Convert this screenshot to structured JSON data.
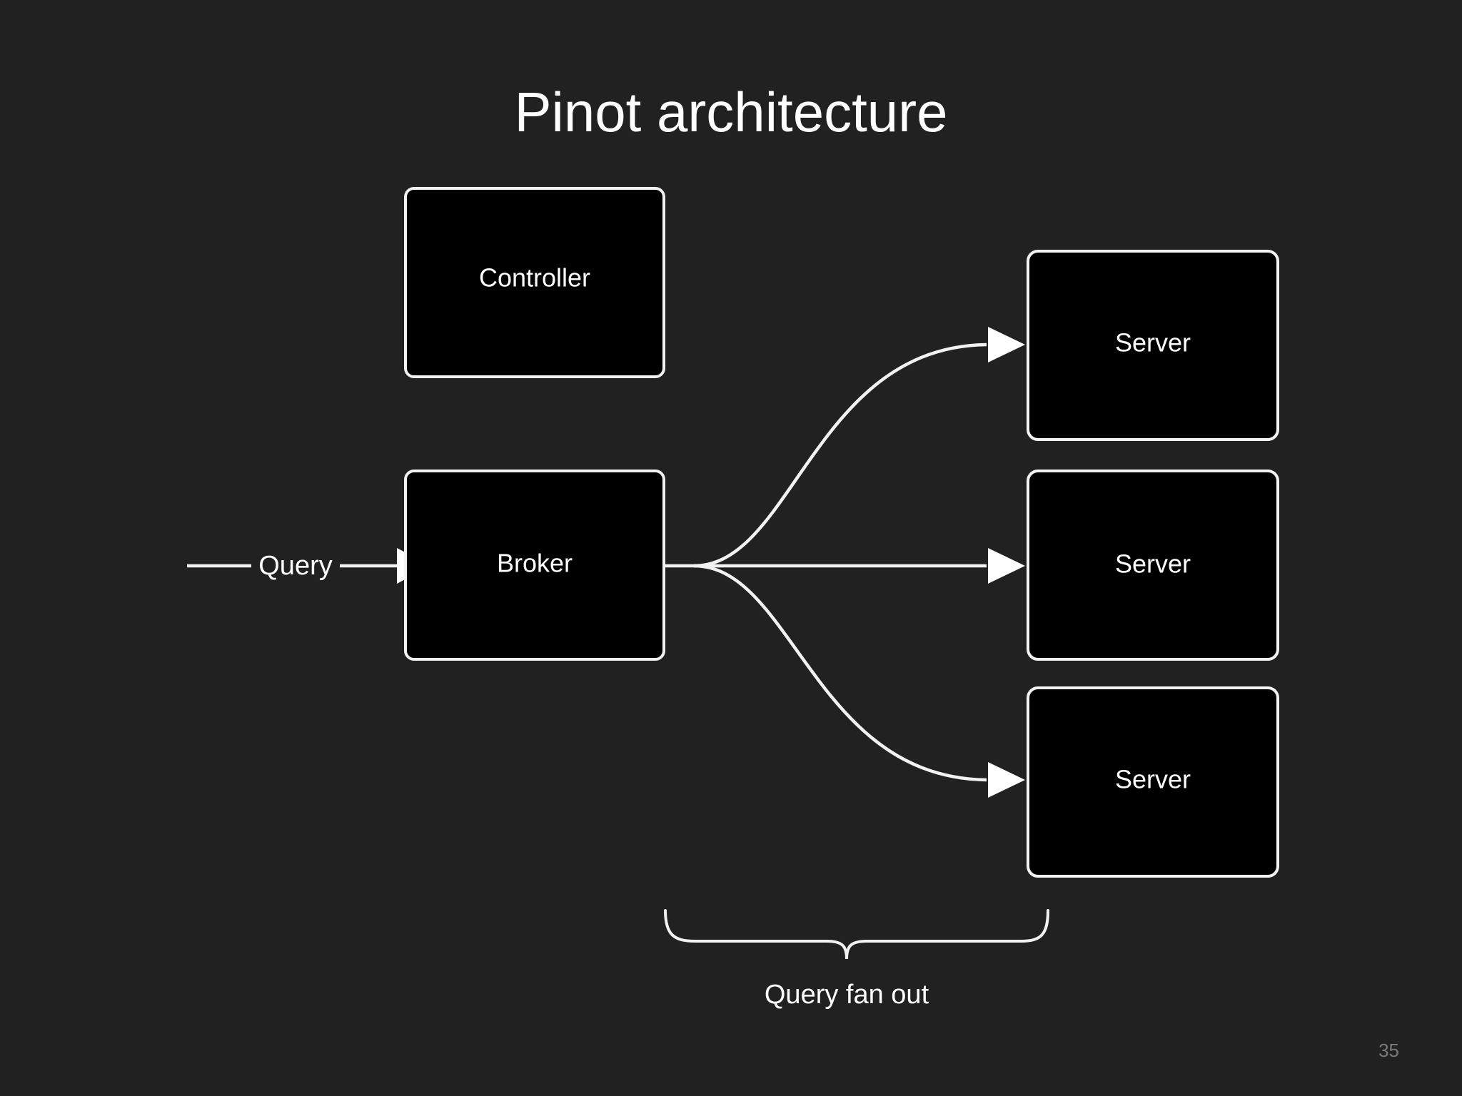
{
  "slide": {
    "title": "Pinot architecture",
    "page_number": "35",
    "background_color": "#212121",
    "box_fill_color": "#000000",
    "stroke_color": "#f2f2f2",
    "text_color": "#ffffff",
    "page_number_color": "#7a7a7a"
  },
  "nodes": [
    {
      "id": "controller",
      "label": "Controller"
    },
    {
      "id": "broker",
      "label": "Broker"
    },
    {
      "id": "server-1",
      "label": "Server"
    },
    {
      "id": "server-2",
      "label": "Server"
    },
    {
      "id": "server-3",
      "label": "Server"
    }
  ],
  "edges": [
    {
      "id": "query-in",
      "label": "Query",
      "from": "external",
      "to": "broker"
    },
    {
      "id": "broker-to-server-1",
      "label": "",
      "from": "broker",
      "to": "server-1"
    },
    {
      "id": "broker-to-server-2",
      "label": "",
      "from": "broker",
      "to": "server-2"
    },
    {
      "id": "broker-to-server-3",
      "label": "",
      "from": "broker",
      "to": "server-3"
    }
  ],
  "annotations": [
    {
      "id": "fan-out-brace",
      "label": "Query fan out"
    }
  ]
}
